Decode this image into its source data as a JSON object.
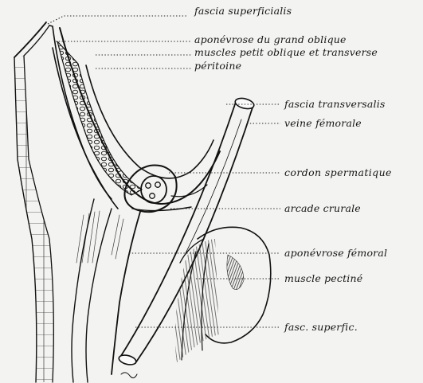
{
  "labels": {
    "fascia_superficialis": "fascia superficialis",
    "aponevrose_grand_oblique": "aponévrose du grand oblique",
    "muscles_petit_oblique": "muscles petit oblique et transverse",
    "peritoine": "péritoine",
    "fascia_transversalis": "fascia transversalis",
    "veine_femorale": "veine fémorale",
    "cordon_spermatique": "cordon spermatique",
    "arcade_crurale": "arcade crurale",
    "aponevrose_femoral": "aponévrose fémoral",
    "muscle_pectine": "muscle pectiné",
    "fasc_superfic": "fasc. superfic."
  }
}
